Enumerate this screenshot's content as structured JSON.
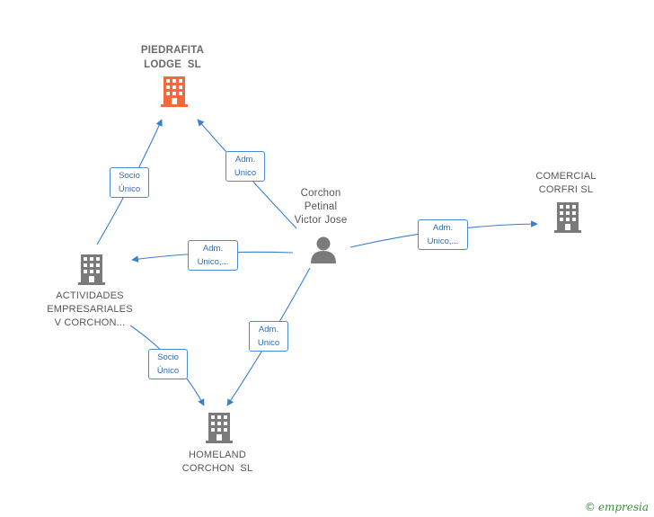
{
  "nodes": {
    "piedrafita": {
      "lines": [
        "PIEDRAFITA",
        "LODGE  SL"
      ],
      "color": "#f26a3a"
    },
    "comercial": {
      "lines": [
        "COMERCIAL",
        "CORFRI SL"
      ],
      "color": "#7a7a7a"
    },
    "actividades": {
      "lines": [
        "ACTIVIDADES",
        "EMPRESARIALES",
        "V CORCHON..."
      ],
      "color": "#7a7a7a"
    },
    "homeland": {
      "lines": [
        "HOMELAND",
        "CORCHON  SL"
      ],
      "color": "#7a7a7a"
    },
    "person": {
      "lines": [
        "Corchon",
        "Petinal",
        "Victor Jose"
      ],
      "color": "#7a7a7a"
    }
  },
  "edges": {
    "person_piedrafita": [
      "Adm.",
      "Unico"
    ],
    "actividades_piedrafita": [
      "Socio",
      "Único"
    ],
    "person_actividades": [
      "Adm.",
      "Unico,..."
    ],
    "person_comercial": [
      "Adm.",
      "Unico,..."
    ],
    "person_homeland": [
      "Adm.",
      "Unico"
    ],
    "actividades_homeland": [
      "Socio",
      "Único"
    ]
  },
  "edge_color": "#3a7fd0",
  "brand": {
    "copyright": "©",
    "name": "empresia"
  }
}
